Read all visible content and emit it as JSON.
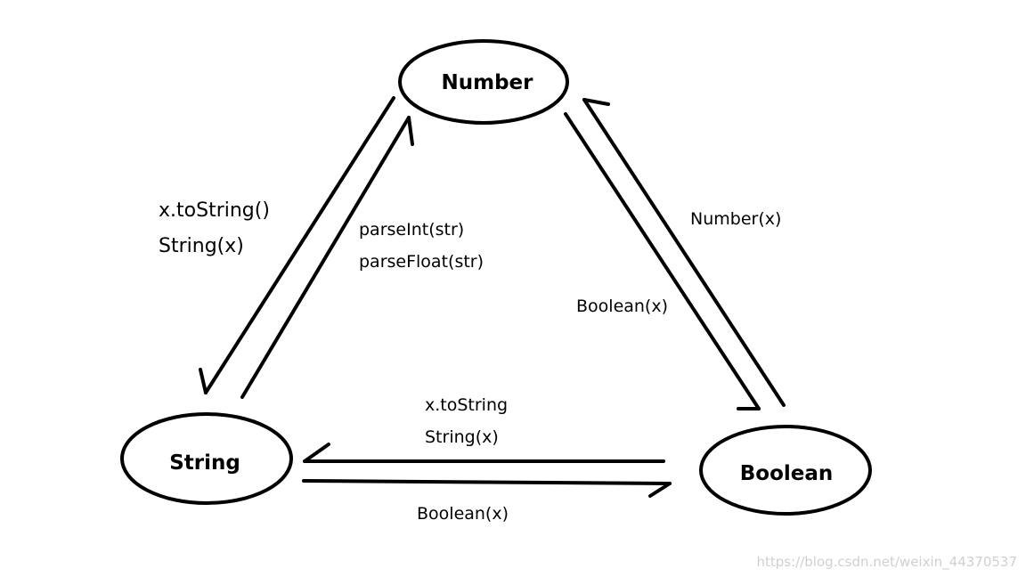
{
  "nodes": {
    "number": "Number",
    "string": "String",
    "boolean": "Boolean"
  },
  "edges": {
    "number_to_string": [
      "x.toString()",
      "String(x)"
    ],
    "string_to_number": [
      "parseInt(str)",
      "parseFloat(str)"
    ],
    "boolean_to_number": "Number(x)",
    "number_to_boolean": "Boolean(x)",
    "boolean_to_string": [
      "x.toString",
      "String(x)"
    ],
    "string_to_boolean": "Boolean(x)"
  },
  "watermark": "https://blog.csdn.net/weixin_44370537"
}
